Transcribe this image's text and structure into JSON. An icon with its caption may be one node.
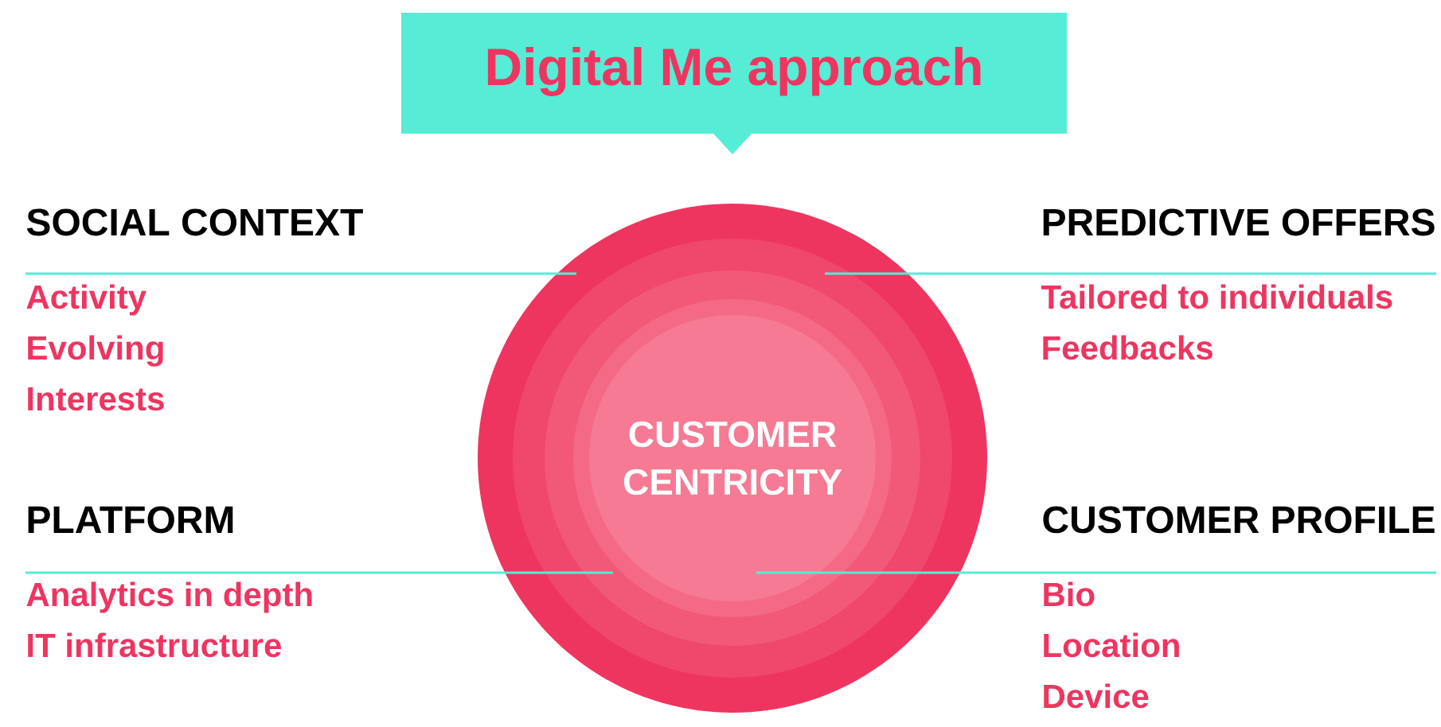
{
  "diagram": {
    "title": "Digital Me approach",
    "nodes": [
      {
        "text": [
          "CUSTOMER CENTRICITY"
        ]
      },
      {
        "text": [
          "SOCIAL CONTEXT",
          "Activity",
          "Evolving",
          "Interests"
        ]
      },
      {
        "text": [
          "PREDICTIVE OFFERS",
          "Tailored to individuals",
          "Feedbacks"
        ]
      },
      {
        "text": [
          "PLATFORM",
          "Analytics in depth",
          "IT infrastructure"
        ]
      },
      {
        "text": [
          "CUSTOMER PROFILE",
          "Bio",
          "Location",
          "Device"
        ]
      }
    ],
    "edges": [
      {
        "from": 1,
        "to": 0,
        "arrow": "none"
      },
      {
        "from": 2,
        "to": 0,
        "arrow": "none"
      },
      {
        "from": 3,
        "to": 0,
        "arrow": "none"
      },
      {
        "from": 4,
        "to": 0,
        "arrow": "none"
      }
    ]
  }
}
